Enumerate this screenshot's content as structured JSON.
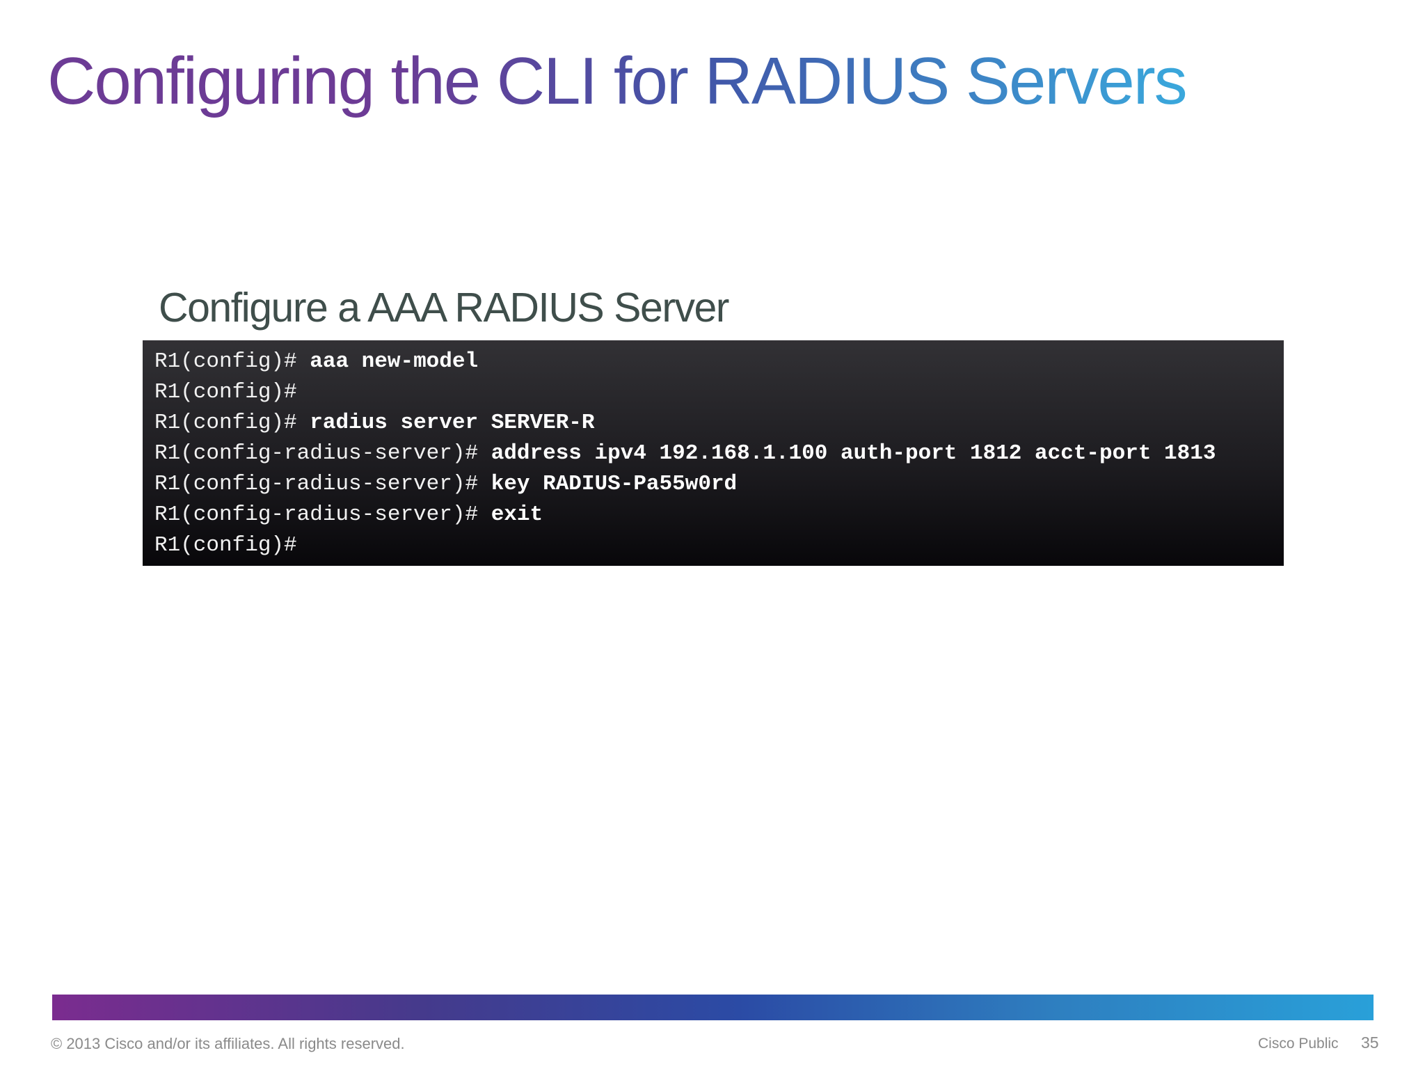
{
  "slide": {
    "title": "Configuring the CLI for RADIUS Servers",
    "subtitle": "Configure a AAA RADIUS Server",
    "footer": {
      "copyright": "© 2013 Cisco and/or its affiliates. All rights reserved.",
      "classification": "Cisco Public",
      "page_number": "35"
    }
  },
  "terminal": {
    "lines": [
      {
        "prompt": "R1(config)#",
        "command": "aaa new-model"
      },
      {
        "prompt": "R1(config)#",
        "command": ""
      },
      {
        "prompt": "R1(config)#",
        "command": "radius server SERVER-R"
      },
      {
        "prompt": "R1(config-radius-server)#",
        "command": "address ipv4 192.168.1.100 auth-port 1812 acct-port 1813"
      },
      {
        "prompt": "R1(config-radius-server)#",
        "command": "key RADIUS-Pa55w0rd"
      },
      {
        "prompt": "R1(config-radius-server)#",
        "command": "exit"
      },
      {
        "prompt": "R1(config)#",
        "command": ""
      }
    ]
  },
  "colors": {
    "title_grad_start": "#6c3b95",
    "title_grad_mid": "#4156a8",
    "title_grad_end": "#3aa8dc",
    "subtitle_text": "#3f4e4b",
    "terminal_bg_top": "#323135",
    "terminal_bg_bottom": "#08070a",
    "terminal_text": "#f2f2f2",
    "bar_grad_start": "#7b2c8f",
    "bar_grad_mid2": "#2b4ba5",
    "bar_grad_end": "#29a0d9",
    "footer_text": "#8a8a8a"
  }
}
